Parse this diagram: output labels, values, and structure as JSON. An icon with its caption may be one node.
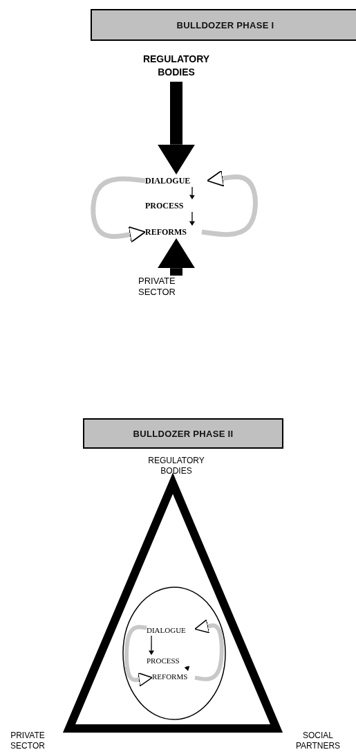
{
  "diagram": {
    "nodes": [
      {
        "text": [
          "BULLDOZER PHASE I"
        ]
      },
      {
        "text": [
          "REGULATORY BODIES"
        ]
      },
      {
        "text": [
          "DIALOGUE"
        ]
      },
      {
        "text": [
          "PROCESS"
        ]
      },
      {
        "text": [
          "REFORMS"
        ]
      },
      {
        "text": [
          "PRIVATE SECTOR"
        ]
      },
      {
        "text": [
          "BULLDOZER PHASE II"
        ]
      },
      {
        "text": [],
        "shape": "triangle"
      },
      {
        "text": [],
        "shape": "circle",
        "in": 7
      },
      {
        "text": [
          "DIALOGUE"
        ],
        "in": 8
      },
      {
        "text": [
          "PROCESS"
        ],
        "in": 8
      },
      {
        "text": [
          "REFORMS"
        ],
        "in": 8
      }
    ],
    "edges": [
      {
        "from": 1,
        "to": 2,
        "arrow": "to",
        "style": "thick"
      },
      {
        "from": 5,
        "to": 4,
        "arrow": "to",
        "style": "thick"
      },
      {
        "from": 2,
        "to": 3,
        "arrow": "to"
      },
      {
        "from": 3,
        "to": 4,
        "arrow": "to"
      },
      {
        "from": 2,
        "to": 4,
        "arrow": "to",
        "color": "#c8c8c8"
      },
      {
        "from": 4,
        "to": 2,
        "arrow": "to",
        "color": "#c8c8c8"
      },
      {
        "from": 9,
        "to": 10,
        "arrow": "to"
      },
      {
        "from": 10,
        "to": 11,
        "arrow": "to"
      },
      {
        "from": 9,
        "to": 11,
        "arrow": "to",
        "color": "#c8c8c8"
      },
      {
        "from": 11,
        "to": 9,
        "arrow": "to",
        "color": "#c8c8c8"
      }
    ],
    "labels": [
      "REGULATORY BODIES",
      "PRIVATE SECTOR",
      "SOCIAL PARTNERS"
    ]
  }
}
